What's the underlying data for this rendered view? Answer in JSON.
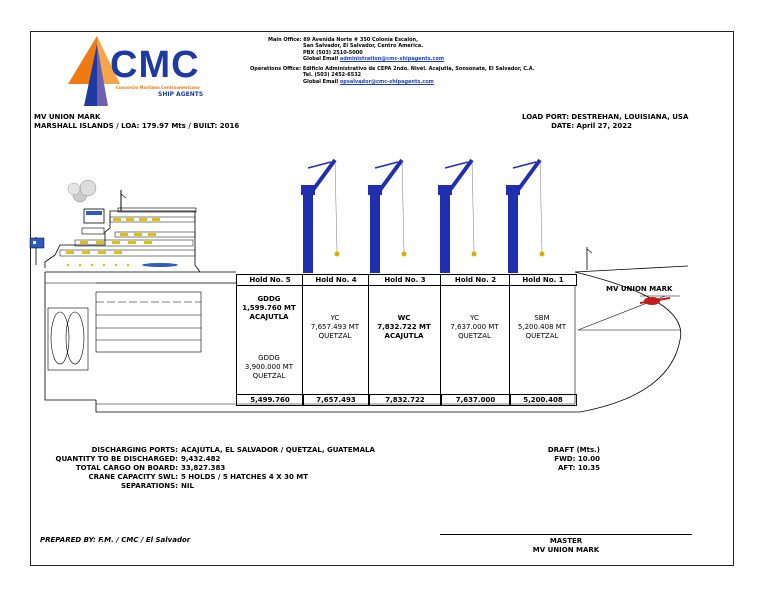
{
  "logo": {
    "letters": "CMC",
    "subtitle": "SHIP AGENTS",
    "tagline": "Consorcio Marítimo Centroamericano"
  },
  "offices": {
    "main_label": "Main Office:",
    "main_lines": [
      "89 Avenida Norte # 350 Colonia Escalón,",
      "San Salvador, El Salvador, Centro America.",
      "PBX (503) 2510-5000",
      "Global Email "
    ],
    "main_email": "administration@cmc-shipagents.com",
    "ops_label": "Operations Office:",
    "ops_lines": [
      "Edificio Administrativo de CEPA 2ndo. Nivel. Acajutla, Sonsonate, El Salvador, C.A.",
      "Tel. (503) 2452-6532",
      "Global Email "
    ],
    "ops_email": "opsalvador@cmc-shipagents.com"
  },
  "vessel": {
    "name": "MV UNION MARK",
    "details": "MARSHALL ISLANDS / LOA: 179.97  Mts / BUILT: 2016",
    "load_port": "LOAD PORT: DESTREHAN, LOUISIANA, USA",
    "date": "DATE: April 27, 2022",
    "bow_label": "MV UNION MARK"
  },
  "holds": [
    {
      "label": "Hold No. 5",
      "total": "5,499.760"
    },
    {
      "label": "Hold No. 4",
      "total": "7,657.493"
    },
    {
      "label": "Hold No. 3",
      "total": "7,832.722"
    },
    {
      "label": "Hold No. 2",
      "total": "7,637.000"
    },
    {
      "label": "Hold No. 1",
      "total": "5,200.408"
    }
  ],
  "cargo": {
    "h5_top": [
      "GDDG",
      "1,599.760 MT",
      "ACAJUTLA"
    ],
    "h5_bottom": [
      "GDDG",
      "3,900.000 MT",
      "QUETZAL"
    ],
    "h4": [
      "YC",
      "7,657.493 MT",
      "QUETZAL"
    ],
    "h3": [
      "WC",
      "7,832.722 MT",
      "ACAJUTLA"
    ],
    "h2": [
      "YC",
      "7,637.000 MT",
      "QUETZAL"
    ],
    "h1": [
      "SBM",
      "5,200.408 MT",
      "QUETZAL"
    ]
  },
  "info": [
    {
      "label": "DISCHARGING PORTS:",
      "value": "ACAJUTLA, EL SALVADOR / QUETZAL, GUATEMALA"
    },
    {
      "label": "QUANTITY TO BE DISCHARGED:",
      "value": "9,432.482"
    },
    {
      "label": "TOTAL CARGO ON BOARD:",
      "value": "33,827.383"
    },
    {
      "label": "CRANE CAPACITY SWL:",
      "value": "5 HOLDS / 5 HATCHES 4 X 30 MT"
    },
    {
      "label": "SEPARATIONS:",
      "value": "NIL"
    }
  ],
  "draft": {
    "title": "DRAFT (Mts.)",
    "fwd": "FWD: 10.00",
    "aft": "AFT: 10.35"
  },
  "footer": {
    "prepared": "PREPARED BY:  F.M. / CMC / El Salvador",
    "master": "MASTER",
    "master_vessel": "MV UNION MARK"
  },
  "colors": {
    "crane_blue": "#1f2fb0",
    "logo_orange": "#f07a12",
    "logo_blue": "#1e3aa0",
    "link_blue": "#1a3fd0"
  }
}
